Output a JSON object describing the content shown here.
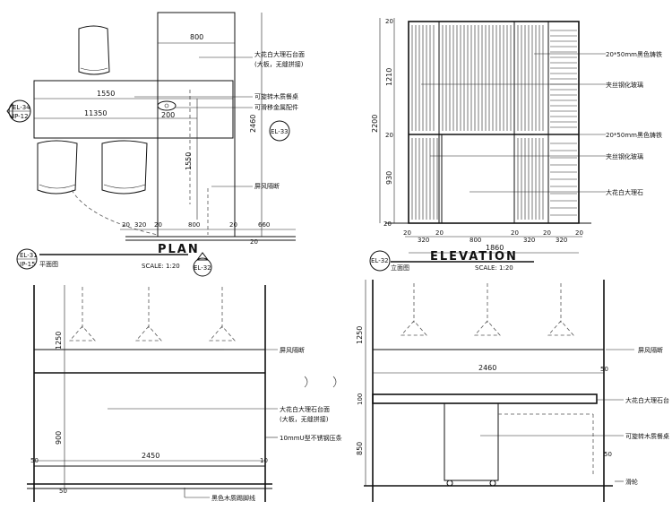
{
  "plan": {
    "title": "PLAN",
    "scale": "SCALE: 1:20",
    "ref_code": "EL-31",
    "ref_sheet": "IP-15",
    "ref_caption": "平面图",
    "tag_left_code": "EL-34",
    "tag_left_sheet": "IP-12",
    "tag_right_code": "EL-33",
    "tag_bottom_code": "EL-32",
    "dims": {
      "d800_top": "800",
      "d1550_h": "1550",
      "d11350": "11350",
      "d200": "200",
      "d2460_v": "2460",
      "d1550_v": "1550",
      "b20a": "20",
      "b320": "320",
      "b20b": "20",
      "b800": "800",
      "b20c": "20",
      "b660": "660",
      "b20d": "20"
    },
    "notes": {
      "n1": "大花白大理石台面",
      "n1b": "(大板，无缝拼接)",
      "n2": "可旋转木质餐桌",
      "n3": "可滑移金属配件",
      "n4": "屏风隔断"
    }
  },
  "elevation": {
    "title": "ELEVATION",
    "scale": "SCALE: 1:20",
    "ref_code": "EL-32",
    "ref_caption": "立面图",
    "dims": {
      "v20t": "20",
      "v1210": "1210",
      "v20m": "20",
      "v930": "930",
      "v20b": "20",
      "v2200": "2200",
      "h20a": "20",
      "h320a": "320",
      "h20b": "20",
      "h800": "800",
      "h20c": "20",
      "h320b": "320",
      "h20d": "20",
      "h320c": "320",
      "h20e": "20",
      "h1860": "1860"
    },
    "notes": {
      "n1": "20*50mm黑色铸铁",
      "n2": "夹丝钢化玻璃",
      "n3": "20*50mm黑色铸铁",
      "n4": "夹丝钢化玻璃",
      "n5": "大花白大理石"
    }
  },
  "section_left": {
    "dims": {
      "v1250": "1250",
      "v900": "900",
      "v50": "50",
      "h2450": "2450",
      "h50l": "50",
      "h10": "10"
    },
    "notes": {
      "n1": "屏风隔断",
      "n2": "大花白大理石台面",
      "n2b": "(大板，无缝拼接)",
      "n3": "10mmU型不锈钢压条",
      "n4": "黑色木质踢脚线"
    }
  },
  "section_right": {
    "dims": {
      "v1250": "1250",
      "v100": "100",
      "v850": "850",
      "h2460": "2460",
      "h50a": "50",
      "h50b": "50"
    },
    "notes": {
      "n1": "屏风隔断",
      "n2": "大花白大理石台",
      "n3": "可旋转木质餐桌",
      "n4": "滑轮"
    }
  }
}
